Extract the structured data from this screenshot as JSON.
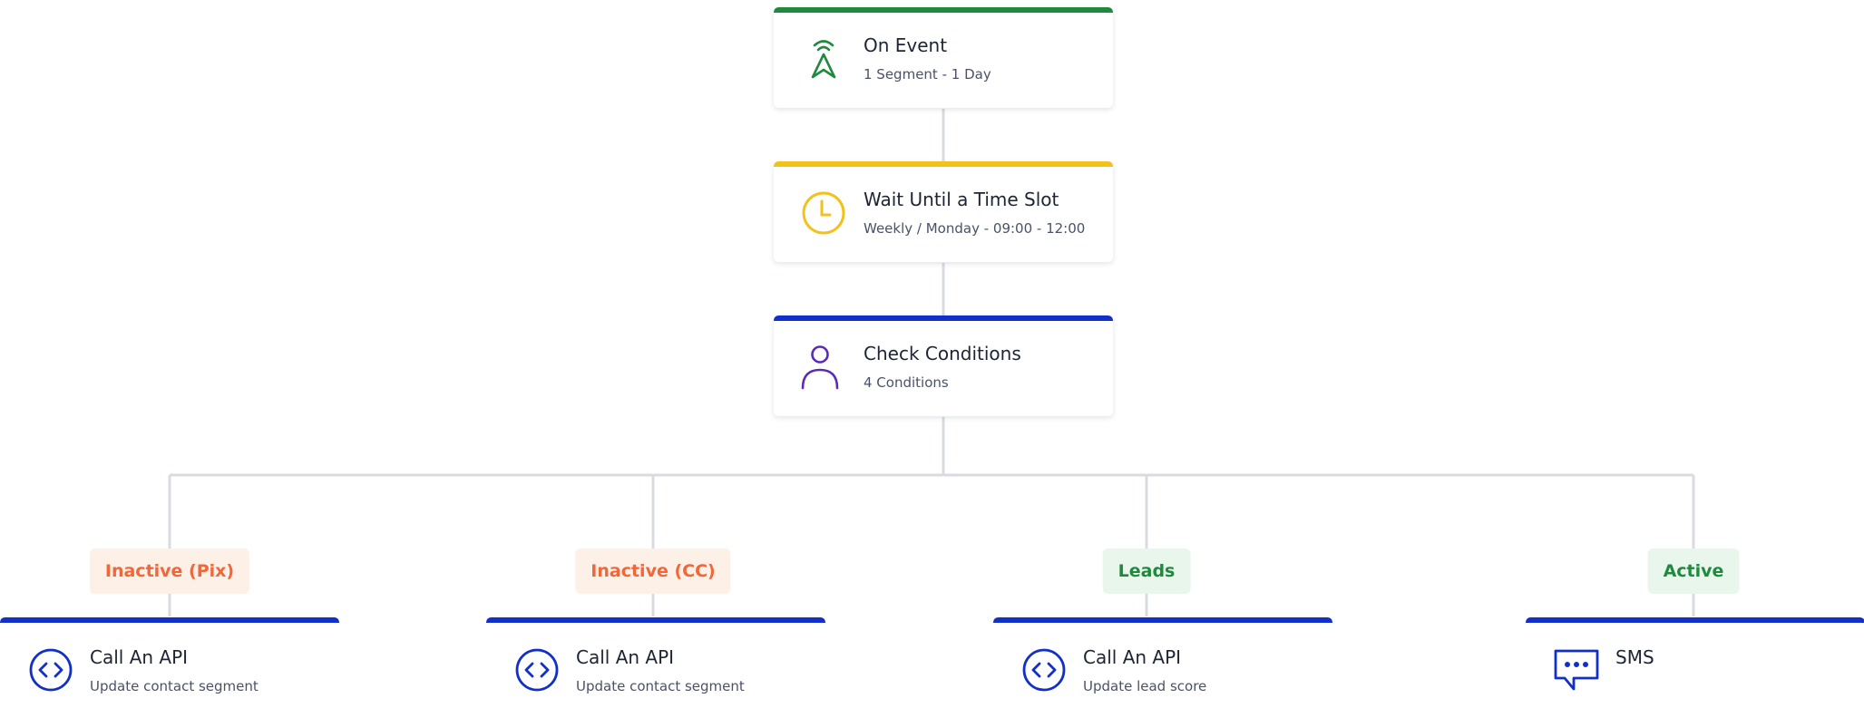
{
  "nodes": {
    "on_event": {
      "title": "On Event",
      "subtitle": "1 Segment - 1 Day",
      "icon": "navigation-signal-icon",
      "accent": "#1f8a3d"
    },
    "wait": {
      "title": "Wait Until a Time Slot",
      "subtitle": "Weekly / Monday - 09:00 - 12:00",
      "icon": "clock-icon",
      "accent": "#f2c21b"
    },
    "check": {
      "title": "Check Conditions",
      "subtitle": "4 Conditions",
      "icon": "user-icon",
      "accent": "#1230c8"
    }
  },
  "branches": [
    {
      "label": "Inactive (Pix)",
      "badge_color": "#f2663a",
      "action": {
        "title": "Call An API",
        "subtitle": "Update contact segment",
        "icon": "code-brackets-icon"
      }
    },
    {
      "label": "Inactive (CC)",
      "badge_color": "#f2663a",
      "action": {
        "title": "Call An API",
        "subtitle": "Update contact segment",
        "icon": "code-brackets-icon"
      }
    },
    {
      "label": "Leads",
      "badge_color": "#1f8a3d",
      "action": {
        "title": "Call An API",
        "subtitle": "Update lead score",
        "icon": "code-brackets-icon"
      }
    },
    {
      "label": "Active",
      "badge_color": "#1f8a3d",
      "action": {
        "title": "SMS",
        "subtitle": "",
        "icon": "chat-message-icon"
      }
    }
  ],
  "colors": {
    "connector": "#d9dbe2",
    "action_accent": "#1230c8",
    "condition_icon": "#5b2bb5"
  }
}
